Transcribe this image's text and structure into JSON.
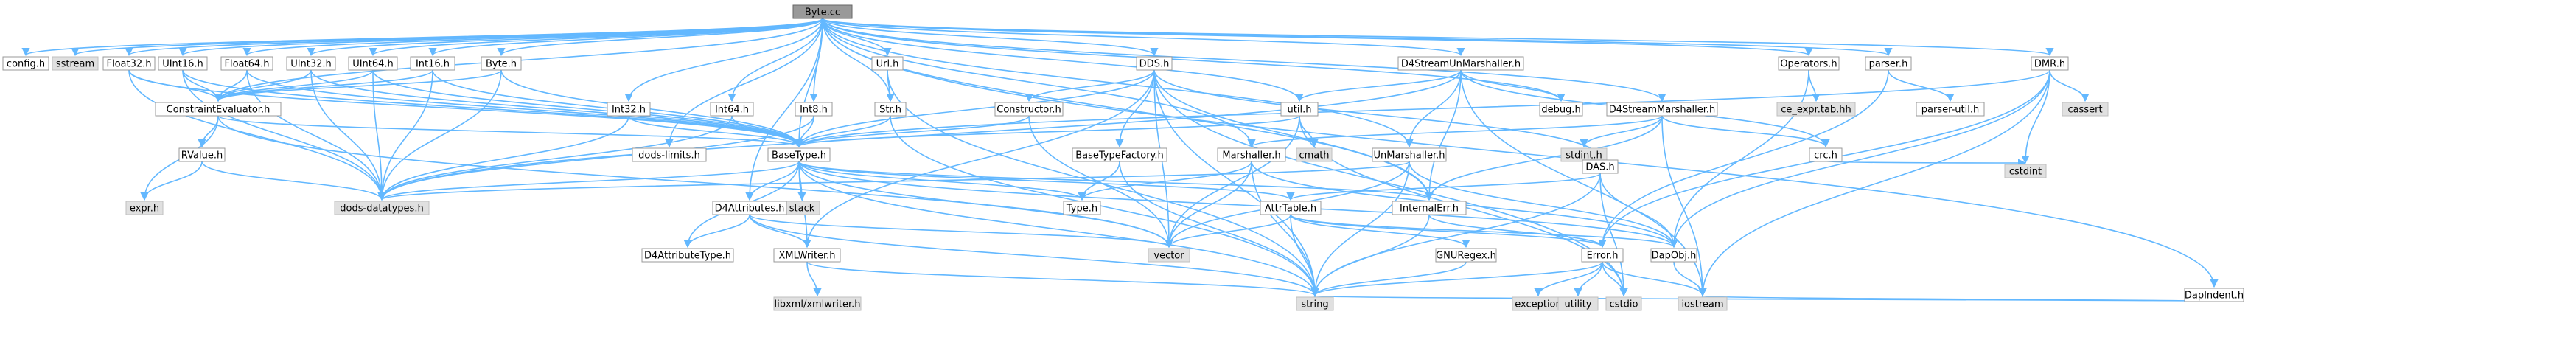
{
  "graph": {
    "root": "Byte.cc",
    "colors": {
      "edge": "#63b8ff",
      "root_fill": "#999999",
      "node_fill": "#ffffff",
      "system_fill": "#e0e0e0",
      "border": "#999999"
    },
    "nodes": [
      {
        "id": "byte_cc",
        "label": "Byte.cc",
        "kind": "root"
      },
      {
        "id": "config_h",
        "label": "config.h",
        "kind": "doc"
      },
      {
        "id": "sstream",
        "label": "sstream",
        "kind": "sys"
      },
      {
        "id": "float32_h",
        "label": "Float32.h",
        "kind": "doc"
      },
      {
        "id": "uint16_h",
        "label": "UInt16.h",
        "kind": "doc"
      },
      {
        "id": "float64_h",
        "label": "Float64.h",
        "kind": "doc"
      },
      {
        "id": "uint32_h",
        "label": "UInt32.h",
        "kind": "doc"
      },
      {
        "id": "uint64_h",
        "label": "UInt64.h",
        "kind": "doc"
      },
      {
        "id": "int16_h",
        "label": "Int16.h",
        "kind": "doc"
      },
      {
        "id": "byte_h",
        "label": "Byte.h",
        "kind": "doc"
      },
      {
        "id": "url_h",
        "label": "Url.h",
        "kind": "doc"
      },
      {
        "id": "dds_h",
        "label": "DDS.h",
        "kind": "doc"
      },
      {
        "id": "d4sum_h",
        "label": "D4StreamUnMarshaller.h",
        "kind": "doc"
      },
      {
        "id": "operators_h",
        "label": "Operators.h",
        "kind": "doc"
      },
      {
        "id": "parser_h",
        "label": "parser.h",
        "kind": "doc"
      },
      {
        "id": "dmr_h",
        "label": "DMR.h",
        "kind": "doc"
      },
      {
        "id": "dapindent_h",
        "label": "DapIndent.h",
        "kind": "doc"
      },
      {
        "id": "consteval_h",
        "label": "ConstraintEvaluator.h",
        "kind": "doc"
      },
      {
        "id": "int32_h",
        "label": "Int32.h",
        "kind": "doc"
      },
      {
        "id": "int64_h",
        "label": "Int64.h",
        "kind": "doc"
      },
      {
        "id": "int8_h",
        "label": "Int8.h",
        "kind": "doc"
      },
      {
        "id": "str_h",
        "label": "Str.h",
        "kind": "doc"
      },
      {
        "id": "constructor_h",
        "label": "Constructor.h",
        "kind": "doc"
      },
      {
        "id": "util_h",
        "label": "util.h",
        "kind": "doc"
      },
      {
        "id": "debug_h",
        "label": "debug.h",
        "kind": "doc"
      },
      {
        "id": "d4sm_h",
        "label": "D4StreamMarshaller.h",
        "kind": "doc"
      },
      {
        "id": "ceexpr_h",
        "label": "ce_expr.tab.hh",
        "kind": "sys"
      },
      {
        "id": "parserutil_h",
        "label": "parser-util.h",
        "kind": "doc"
      },
      {
        "id": "rvalue_h",
        "label": "RValue.h",
        "kind": "doc"
      },
      {
        "id": "doddslimits_h",
        "label": "dods-limits.h",
        "kind": "doc"
      },
      {
        "id": "basetype_h",
        "label": "BaseType.h",
        "kind": "doc"
      },
      {
        "id": "btfactory_h",
        "label": "BaseTypeFactory.h",
        "kind": "doc"
      },
      {
        "id": "cmath",
        "label": "cmath",
        "kind": "sys"
      },
      {
        "id": "stdint_h",
        "label": "stdint.h",
        "kind": "sys"
      },
      {
        "id": "crc_h",
        "label": "crc.h",
        "kind": "doc"
      },
      {
        "id": "cassert",
        "label": "cassert",
        "kind": "sys"
      },
      {
        "id": "marshaller_h",
        "label": "Marshaller.h",
        "kind": "doc"
      },
      {
        "id": "unmarshaller_h",
        "label": "UnMarshaller.h",
        "kind": "doc"
      },
      {
        "id": "das_h",
        "label": "DAS.h",
        "kind": "doc"
      },
      {
        "id": "cstdint",
        "label": "cstdint",
        "kind": "sys"
      },
      {
        "id": "expr_h",
        "label": "expr.h",
        "kind": "sys"
      },
      {
        "id": "dodsdt_h",
        "label": "dods-datatypes.h",
        "kind": "sys"
      },
      {
        "id": "stack",
        "label": "stack",
        "kind": "sys"
      },
      {
        "id": "d4attrs_h",
        "label": "D4Attributes.h",
        "kind": "doc"
      },
      {
        "id": "type_h",
        "label": "Type.h",
        "kind": "doc"
      },
      {
        "id": "attrtable_h",
        "label": "AttrTable.h",
        "kind": "doc"
      },
      {
        "id": "internalerr_h",
        "label": "InternalErr.h",
        "kind": "doc"
      },
      {
        "id": "d4attrtype_h",
        "label": "D4AttributeType.h",
        "kind": "doc"
      },
      {
        "id": "xmlwriter_h",
        "label": "XMLWriter.h",
        "kind": "doc"
      },
      {
        "id": "vector",
        "label": "vector",
        "kind": "sys"
      },
      {
        "id": "gnuregex_h",
        "label": "GNURegex.h",
        "kind": "doc"
      },
      {
        "id": "error_h",
        "label": "Error.h",
        "kind": "doc"
      },
      {
        "id": "dapobj_h",
        "label": "DapObj.h",
        "kind": "doc"
      },
      {
        "id": "libxml_h",
        "label": "libxml/xmlwriter.h",
        "kind": "sys"
      },
      {
        "id": "string",
        "label": "string",
        "kind": "sys"
      },
      {
        "id": "exception",
        "label": "exception",
        "kind": "sys"
      },
      {
        "id": "utility",
        "label": "utility",
        "kind": "sys"
      },
      {
        "id": "cstdio",
        "label": "cstdio",
        "kind": "sys"
      },
      {
        "id": "iostream",
        "label": "iostream",
        "kind": "sys"
      }
    ],
    "edges": [
      [
        "byte_cc",
        "config_h"
      ],
      [
        "byte_cc",
        "sstream"
      ],
      [
        "byte_cc",
        "float32_h"
      ],
      [
        "byte_cc",
        "uint16_h"
      ],
      [
        "byte_cc",
        "float64_h"
      ],
      [
        "byte_cc",
        "uint32_h"
      ],
      [
        "byte_cc",
        "uint64_h"
      ],
      [
        "byte_cc",
        "int16_h"
      ],
      [
        "byte_cc",
        "byte_h"
      ],
      [
        "byte_cc",
        "url_h"
      ],
      [
        "byte_cc",
        "dds_h"
      ],
      [
        "byte_cc",
        "d4sum_h"
      ],
      [
        "byte_cc",
        "operators_h"
      ],
      [
        "byte_cc",
        "parser_h"
      ],
      [
        "byte_cc",
        "dmr_h"
      ],
      [
        "byte_cc",
        "dapindent_h"
      ],
      [
        "byte_cc",
        "int32_h"
      ],
      [
        "byte_cc",
        "int64_h"
      ],
      [
        "byte_cc",
        "int8_h"
      ],
      [
        "byte_cc",
        "str_h"
      ],
      [
        "byte_cc",
        "consteval_h"
      ],
      [
        "byte_cc",
        "util_h"
      ],
      [
        "byte_cc",
        "debug_h"
      ],
      [
        "byte_cc",
        "d4sm_h"
      ],
      [
        "byte_cc",
        "doddslimits_h"
      ],
      [
        "byte_cc",
        "basetype_h"
      ],
      [
        "byte_cc",
        "internalerr_h"
      ],
      [
        "byte_cc",
        "marshaller_h"
      ],
      [
        "byte_cc",
        "unmarshaller_h"
      ],
      [
        "byte_cc",
        "d4attrs_h"
      ],
      [
        "float32_h",
        "consteval_h"
      ],
      [
        "float32_h",
        "basetype_h"
      ],
      [
        "float32_h",
        "dodsdt_h"
      ],
      [
        "uint16_h",
        "consteval_h"
      ],
      [
        "uint16_h",
        "basetype_h"
      ],
      [
        "uint16_h",
        "dodsdt_h"
      ],
      [
        "float64_h",
        "consteval_h"
      ],
      [
        "float64_h",
        "basetype_h"
      ],
      [
        "float64_h",
        "dodsdt_h"
      ],
      [
        "uint32_h",
        "consteval_h"
      ],
      [
        "uint32_h",
        "basetype_h"
      ],
      [
        "uint32_h",
        "dodsdt_h"
      ],
      [
        "uint64_h",
        "consteval_h"
      ],
      [
        "uint64_h",
        "basetype_h"
      ],
      [
        "uint64_h",
        "dodsdt_h"
      ],
      [
        "int16_h",
        "consteval_h"
      ],
      [
        "int16_h",
        "basetype_h"
      ],
      [
        "int16_h",
        "dodsdt_h"
      ],
      [
        "byte_h",
        "consteval_h"
      ],
      [
        "byte_h",
        "basetype_h"
      ],
      [
        "byte_h",
        "dodsdt_h"
      ],
      [
        "url_h",
        "str_h"
      ],
      [
        "url_h",
        "string"
      ],
      [
        "dds_h",
        "basetype_h"
      ],
      [
        "dds_h",
        "constructor_h"
      ],
      [
        "dds_h",
        "btfactory_h"
      ],
      [
        "dds_h",
        "das_h"
      ],
      [
        "dds_h",
        "internalerr_h"
      ],
      [
        "dds_h",
        "string"
      ],
      [
        "dds_h",
        "vector"
      ],
      [
        "dds_h",
        "xmlwriter_h"
      ],
      [
        "dds_h",
        "cstdio"
      ],
      [
        "d4sum_h",
        "util_h"
      ],
      [
        "d4sum_h",
        "debug_h"
      ],
      [
        "d4sum_h",
        "unmarshaller_h"
      ],
      [
        "d4sum_h",
        "internalerr_h"
      ],
      [
        "d4sum_h",
        "crc_h"
      ],
      [
        "d4sum_h",
        "iostream"
      ],
      [
        "d4sum_h",
        "dodsdt_h"
      ],
      [
        "operators_h",
        "ceexpr_h"
      ],
      [
        "operators_h",
        "dapobj_h"
      ],
      [
        "parser_h",
        "parserutil_h"
      ],
      [
        "parser_h",
        "error_h"
      ],
      [
        "dmr_h",
        "cassert"
      ],
      [
        "dmr_h",
        "cstdint"
      ],
      [
        "dmr_h",
        "basetype_h"
      ],
      [
        "dmr_h",
        "dapobj_h"
      ],
      [
        "dmr_h",
        "error_h"
      ],
      [
        "dmr_h",
        "iostream"
      ],
      [
        "dapindent_h",
        "string"
      ],
      [
        "dapindent_h",
        "iostream"
      ],
      [
        "consteval_h",
        "expr_h"
      ],
      [
        "consteval_h",
        "rvalue_h"
      ],
      [
        "consteval_h",
        "basetype_h"
      ],
      [
        "consteval_h",
        "vector"
      ],
      [
        "int32_h",
        "basetype_h"
      ],
      [
        "int32_h",
        "dodsdt_h"
      ],
      [
        "int64_h",
        "basetype_h"
      ],
      [
        "int64_h",
        "dodsdt_h"
      ],
      [
        "int8_h",
        "basetype_h"
      ],
      [
        "int8_h",
        "dodsdt_h"
      ],
      [
        "str_h",
        "basetype_h"
      ],
      [
        "str_h",
        "string"
      ],
      [
        "constructor_h",
        "basetype_h"
      ],
      [
        "constructor_h",
        "vector"
      ],
      [
        "util_h",
        "cmath"
      ],
      [
        "util_h",
        "basetype_h"
      ],
      [
        "util_h",
        "vector"
      ],
      [
        "util_h",
        "cstdio"
      ],
      [
        "d4sm_h",
        "stdint_h"
      ],
      [
        "d4sm_h",
        "crc_h"
      ],
      [
        "d4sm_h",
        "marshaller_h"
      ],
      [
        "d4sm_h",
        "internalerr_h"
      ],
      [
        "d4sm_h",
        "iostream"
      ],
      [
        "rvalue_h",
        "dodsdt_h"
      ],
      [
        "rvalue_h",
        "expr_h"
      ],
      [
        "basetype_h",
        "dodsdt_h"
      ],
      [
        "basetype_h",
        "stack"
      ],
      [
        "basetype_h",
        "d4attrs_h"
      ],
      [
        "basetype_h",
        "d4attrtype_h"
      ],
      [
        "basetype_h",
        "type_h"
      ],
      [
        "basetype_h",
        "attrtable_h"
      ],
      [
        "basetype_h",
        "internalerr_h"
      ],
      [
        "basetype_h",
        "xmlwriter_h"
      ],
      [
        "basetype_h",
        "vector"
      ],
      [
        "basetype_h",
        "string"
      ],
      [
        "basetype_h",
        "dapobj_h"
      ],
      [
        "btfactory_h",
        "type_h"
      ],
      [
        "btfactory_h",
        "string"
      ],
      [
        "crc_h",
        "cstdint"
      ],
      [
        "marshaller_h",
        "type_h"
      ],
      [
        "marshaller_h",
        "vector"
      ],
      [
        "marshaller_h",
        "string"
      ],
      [
        "marshaller_h",
        "dapobj_h"
      ],
      [
        "unmarshaller_h",
        "dodsdt_h"
      ],
      [
        "unmarshaller_h",
        "vector"
      ],
      [
        "unmarshaller_h",
        "string"
      ],
      [
        "unmarshaller_h",
        "dapobj_h"
      ],
      [
        "das_h",
        "attrtable_h"
      ],
      [
        "das_h",
        "dapobj_h"
      ],
      [
        "das_h",
        "string"
      ],
      [
        "das_h",
        "cstdio"
      ],
      [
        "d4attrs_h",
        "d4attrtype_h"
      ],
      [
        "d4attrs_h",
        "xmlwriter_h"
      ],
      [
        "d4attrs_h",
        "vector"
      ],
      [
        "d4attrs_h",
        "string"
      ],
      [
        "attrtable_h",
        "gnuregex_h"
      ],
      [
        "attrtable_h",
        "error_h"
      ],
      [
        "attrtable_h",
        "vector"
      ],
      [
        "attrtable_h",
        "string"
      ],
      [
        "attrtable_h",
        "dapobj_h"
      ],
      [
        "internalerr_h",
        "error_h"
      ],
      [
        "internalerr_h",
        "string"
      ],
      [
        "xmlwriter_h",
        "libxml_h"
      ],
      [
        "xmlwriter_h",
        "string"
      ],
      [
        "gnuregex_h",
        "string"
      ],
      [
        "error_h",
        "exception"
      ],
      [
        "error_h",
        "utility"
      ],
      [
        "error_h",
        "string"
      ],
      [
        "error_h",
        "cstdio"
      ],
      [
        "error_h",
        "iostream"
      ],
      [
        "dapobj_h",
        "iostream"
      ]
    ]
  }
}
